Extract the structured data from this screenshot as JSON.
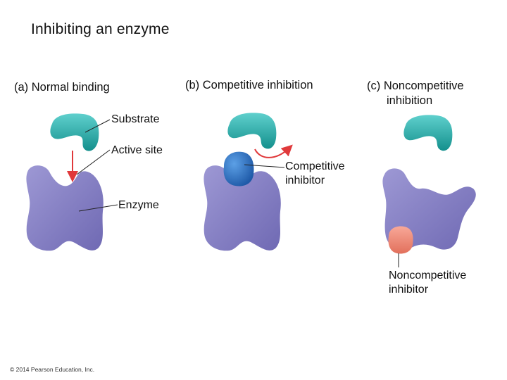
{
  "title": "Inhibiting an enzyme",
  "panels": [
    {
      "label": "(a) Normal binding"
    },
    {
      "label": "(b) Competitive inhibition"
    },
    {
      "label_line1": "(c) Noncompetitive",
      "label_line2": "inhibition"
    }
  ],
  "labels": {
    "substrate": "Substrate",
    "active_site": "Active site",
    "enzyme": "Enzyme",
    "competitive_inhibitor_line1": "Competitive",
    "competitive_inhibitor_line2": "inhibitor",
    "noncompetitive_inhibitor_line1": "Noncompetitive",
    "noncompetitive_inhibitor_line2": "inhibitor"
  },
  "copyright": "© 2014 Pearson Education, Inc.",
  "colors": {
    "substrate": "#1fa8a5",
    "enzyme": "#8a84c6",
    "competitive_inhibitor": "#2f72c4",
    "noncompetitive_inhibitor": "#f08a78",
    "arrow": "#e0393b"
  }
}
